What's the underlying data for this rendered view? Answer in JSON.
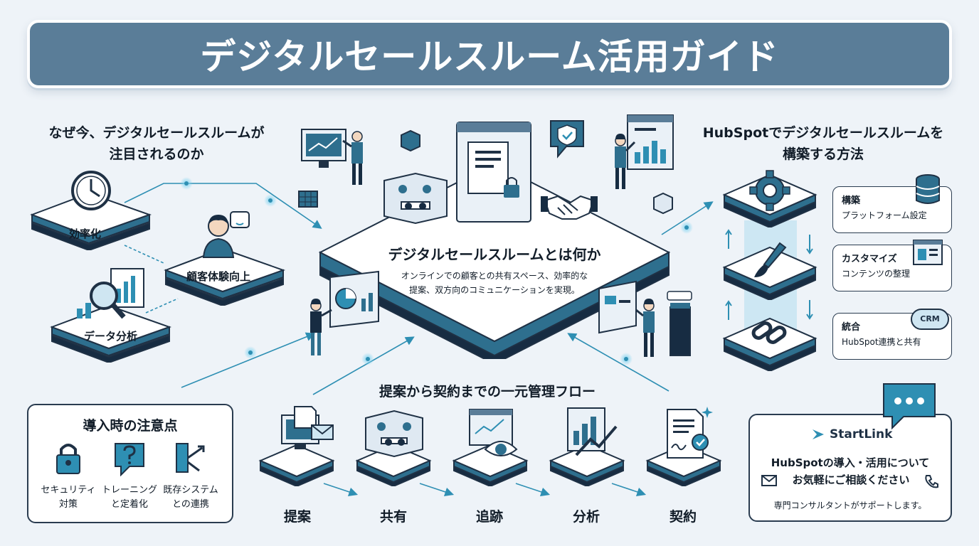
{
  "title": "デジタルセールスルーム活用ガイド",
  "why": {
    "heading_line1": "なぜ今、デジタルセールスルームが",
    "heading_line2": "注目されるのか",
    "items": [
      "効率化",
      "顧客体験向上",
      "データ分析"
    ]
  },
  "center": {
    "heading": "デジタルセールスルームとは何か",
    "desc_line1": "オンラインでの顧客との共有スペース、効率的な",
    "desc_line2": "提案、双方向のコミュニケーションを実現。"
  },
  "build": {
    "heading_line1": "HubSpotでデジタルセールスルームを",
    "heading_line2": "構築する方法",
    "steps": [
      {
        "title": "構築",
        "desc": "プラットフォーム設定"
      },
      {
        "title": "カスタマイズ",
        "desc": "コンテンツの整理"
      },
      {
        "title": "統合",
        "desc": "HubSpot連携と共有"
      }
    ],
    "crm_badge": "CRM"
  },
  "flow": {
    "heading": "提案から契約までの一元管理フロー",
    "steps": [
      "提案",
      "共有",
      "追跡",
      "分析",
      "契約"
    ]
  },
  "caution": {
    "heading": "導入時の注意点",
    "items": [
      {
        "line1": "セキュリティ",
        "line2": "対策"
      },
      {
        "line1": "トレーニング",
        "line2": "と定着化"
      },
      {
        "line1": "既存システム",
        "line2": "との連携"
      }
    ]
  },
  "contact": {
    "brand": "StartLink",
    "line1": "HubSpotの導入・活用について",
    "line2": "お気軽にご相談ください",
    "line3": "専門コンサルタントがサポートします。"
  },
  "colors": {
    "banner": "#5a7d98",
    "accent": "#2e8fb3",
    "dark": "#172c42",
    "side": "#2e6f8e"
  }
}
